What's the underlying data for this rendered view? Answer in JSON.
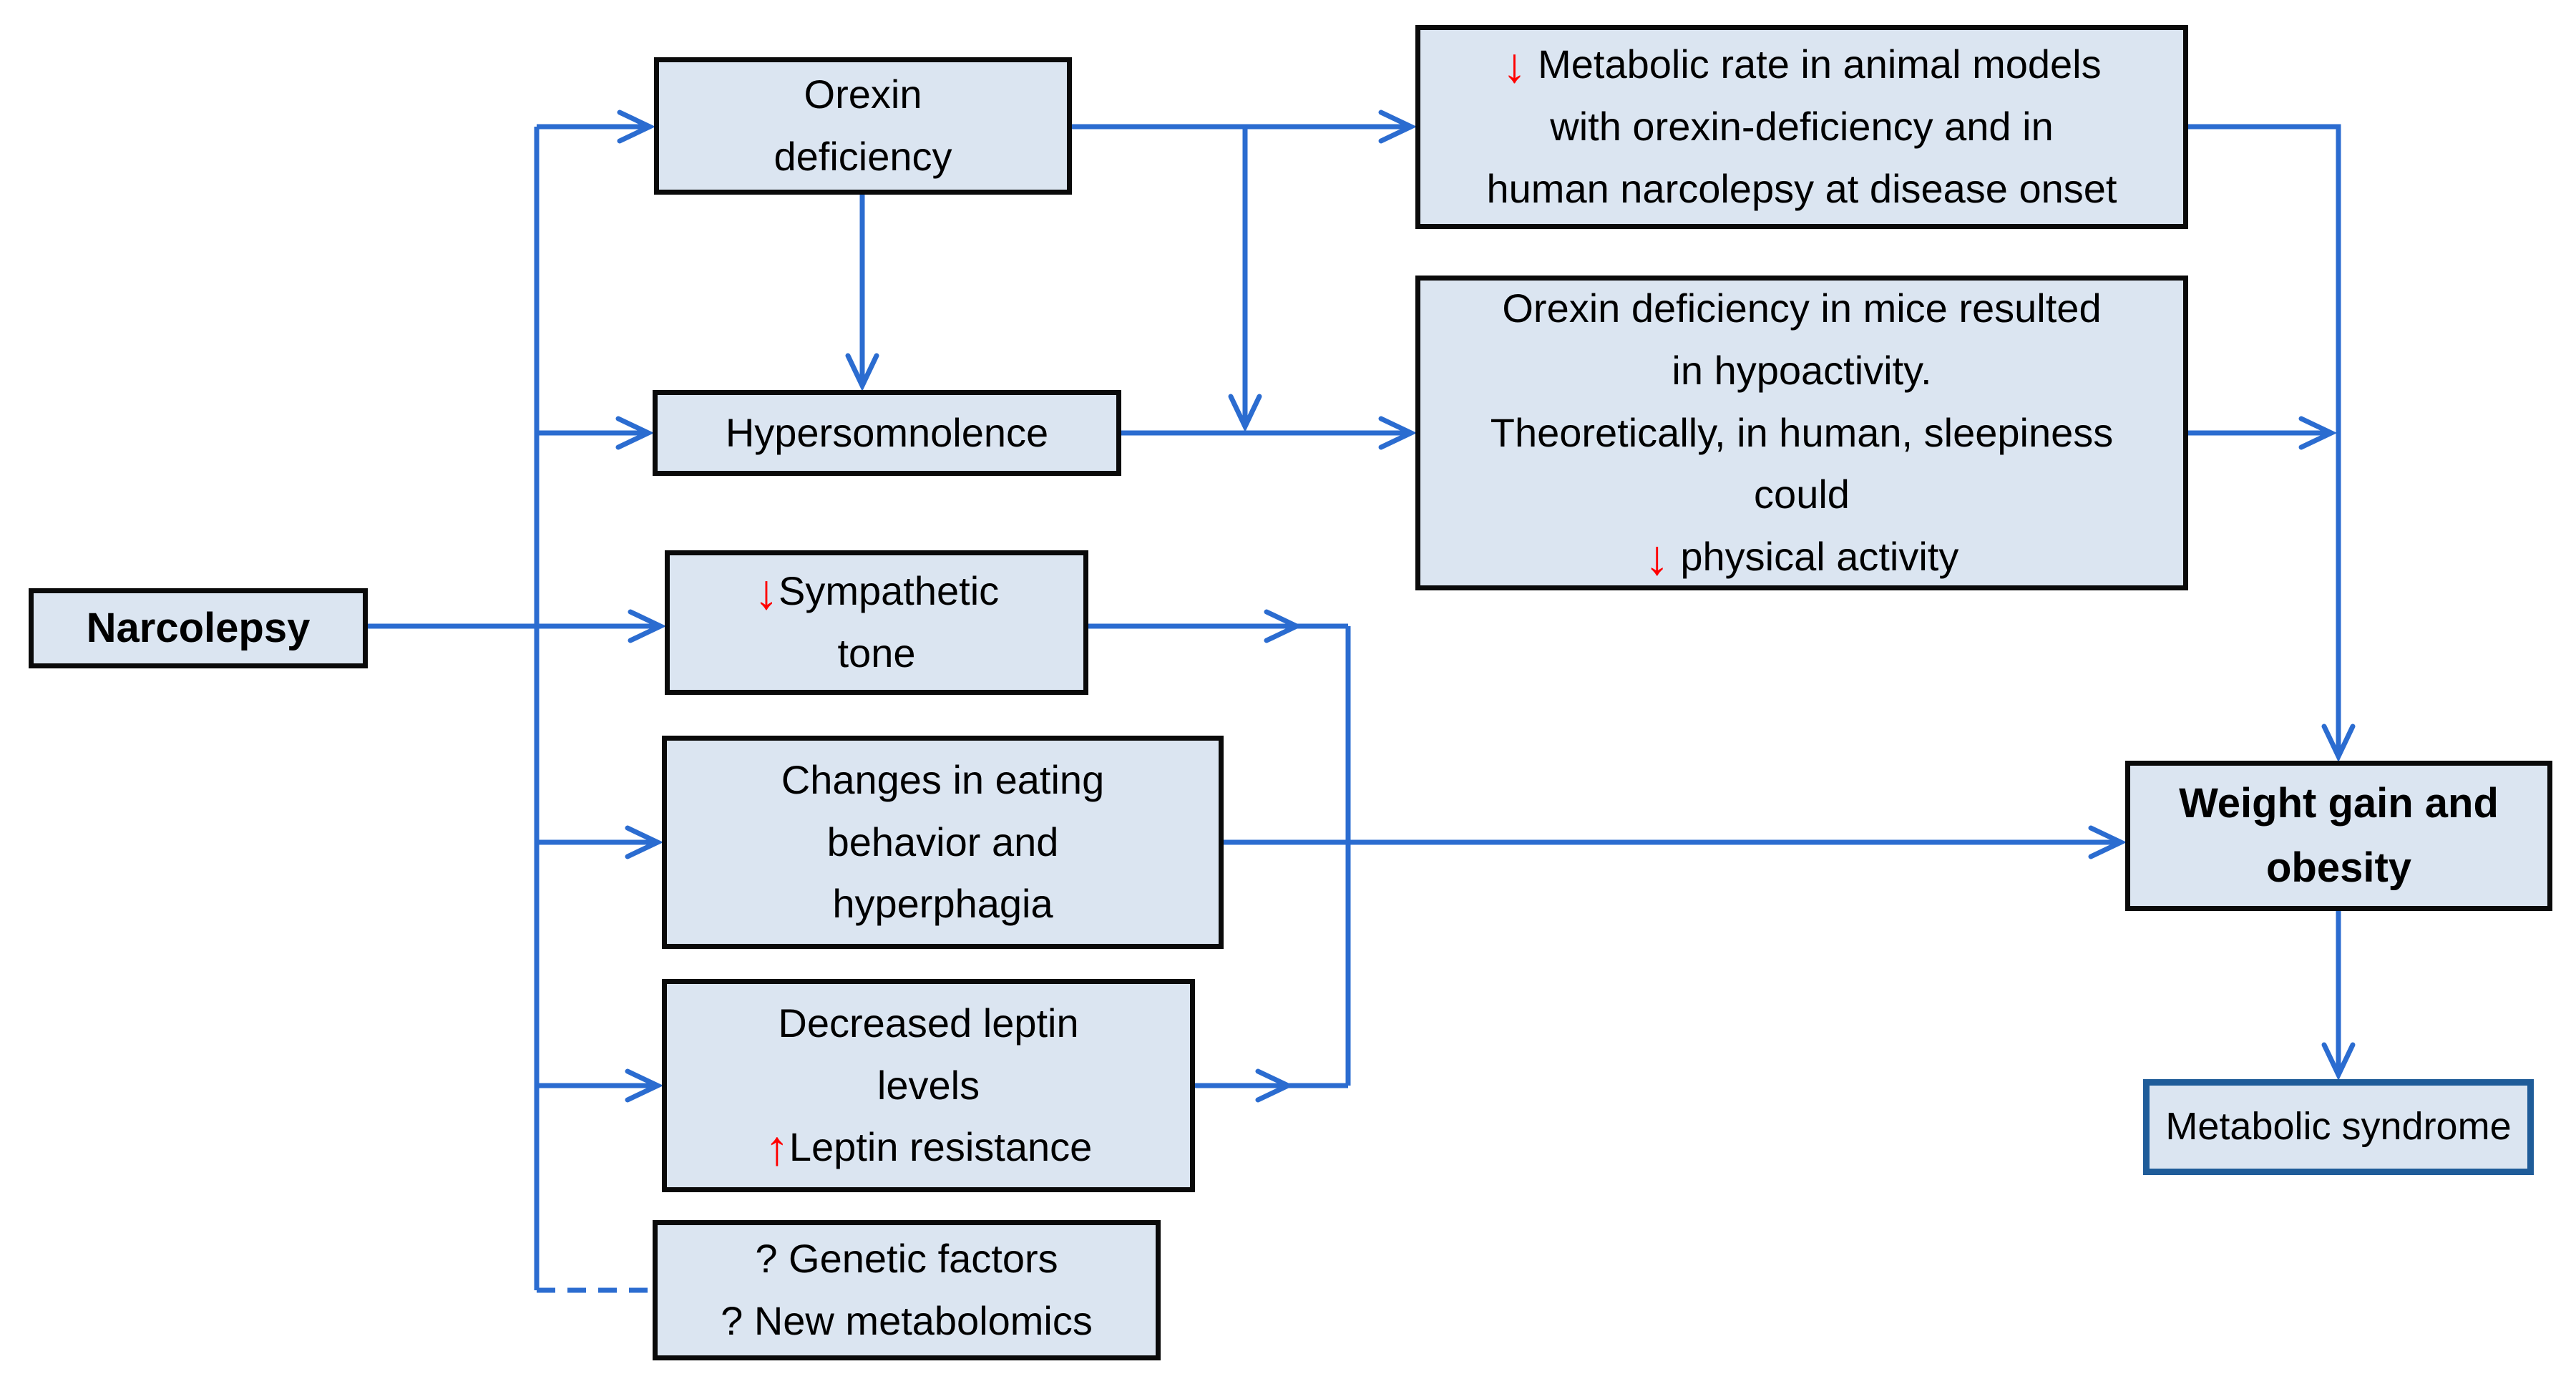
{
  "title": "Narcolepsy weight gain and metabolic syndrome flowchart",
  "colors": {
    "background": "#ffffff",
    "box_fill": "#dbe5f1",
    "box_border": "#0a0a0a",
    "syndrome_box_border": "#1f5c99",
    "connector_blue": "#2b6cd0",
    "red_arrow": "#ff0000",
    "text": "#000000"
  },
  "nodes": {
    "narcolepsy": {
      "lines": [
        "Narcolepsy"
      ]
    },
    "orexin": {
      "lines": [
        "Orexin",
        "deficiency"
      ]
    },
    "hypersomnolence": {
      "lines": [
        "Hypersomnolence"
      ]
    },
    "sympathetic": {
      "lines": [
        "↓Sympathetic",
        "tone"
      ]
    },
    "eating": {
      "lines": [
        "Changes in eating",
        "behavior and",
        "hyperphagia"
      ]
    },
    "leptin": {
      "lines": [
        "Decreased leptin",
        "levels",
        "↑Leptin resistance"
      ]
    },
    "genetic": {
      "lines": [
        "? Genetic factors",
        "? New metabolomics"
      ]
    },
    "metabolic_rate": {
      "lines": [
        "↓ Metabolic rate in animal models",
        "with orexin-deficiency and in",
        "human narcolepsy at disease onset"
      ]
    },
    "mice": {
      "lines": [
        "Orexin deficiency in mice resulted",
        "in hypoactivity.",
        "Theoretically, in human, sleepiness",
        "could",
        "↓ physical activity"
      ]
    },
    "weight": {
      "lines": [
        "Weight gain and",
        "obesity"
      ]
    },
    "met_syndrome": {
      "lines": [
        "Metabolic syndrome"
      ]
    }
  }
}
